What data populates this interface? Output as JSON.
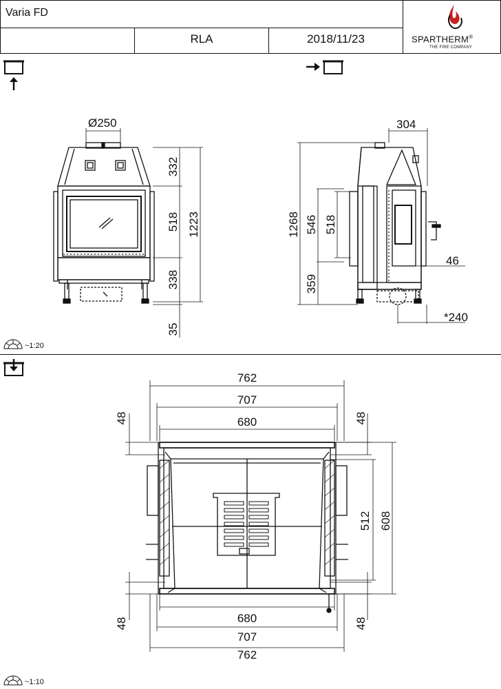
{
  "title_block": {
    "model": "Varia FD",
    "variant": "RLA",
    "date": "2018/11/23",
    "brand": "SPARTHERM",
    "brand_mark": "®",
    "tagline": "THE FIRE COMPANY"
  },
  "front_view": {
    "flue_diameter": "Ø250",
    "dims": {
      "top": "332",
      "door": "518",
      "total": "1223",
      "base": "338",
      "foot": "35"
    }
  },
  "side_view": {
    "dims": {
      "depth_top": "304",
      "total": "1268",
      "door_a": "546",
      "door_b": "518",
      "base": "359",
      "offset": "46",
      "outer": "*240"
    }
  },
  "top_view": {
    "dims": {
      "outer_w": "762",
      "mid_w": "707",
      "inner_w": "680",
      "edge": "48",
      "inner_h": "512",
      "outer_h": "608"
    }
  },
  "scales": {
    "upper": "~1:20",
    "lower": "~1:10"
  },
  "icons": [
    "view-front-icon",
    "view-side-icon",
    "view-top-icon",
    "scale-icon"
  ],
  "colors": {
    "line": "#111111",
    "brand_flame": "#c8211f"
  }
}
